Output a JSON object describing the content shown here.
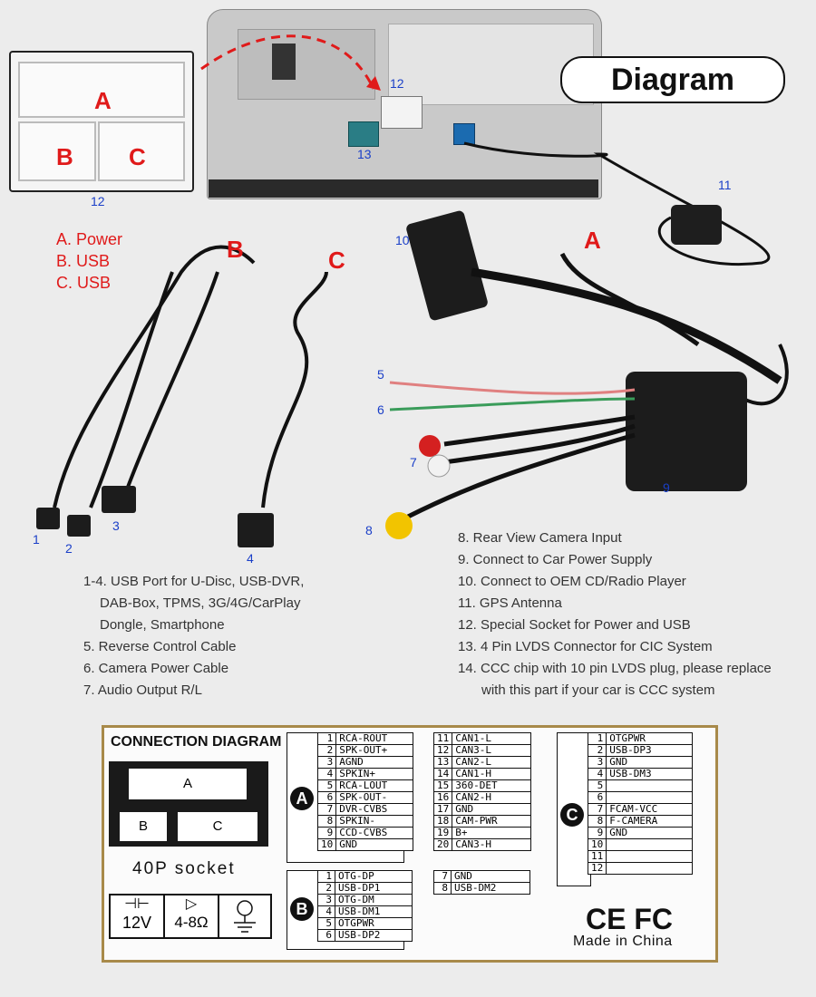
{
  "badge": "Diagram",
  "plug_letters": [
    "A",
    "B",
    "C"
  ],
  "callout_numbers": {
    "n12_plug": "12",
    "n12_unit": "12",
    "n13": "13",
    "n11": "11",
    "n10": "10",
    "n5": "5",
    "n6": "6",
    "n7": "7",
    "n8": "8",
    "n9": "9",
    "n1": "1",
    "n2": "2",
    "n3": "3",
    "n4": "4"
  },
  "harness_letters": {
    "A": "A",
    "B": "B",
    "C": "C"
  },
  "legend": [
    "A. Power",
    "B. USB",
    "C. USB"
  ],
  "left_descriptions": [
    "1-4. USB Port for U-Disc, USB-DVR,",
    "DAB-Box, TPMS, 3G/4G/CarPlay",
    "Dongle, Smartphone",
    "5. Reverse Control Cable",
    "6. Camera Power Cable",
    "7. Audio Output R/L"
  ],
  "right_descriptions": [
    "8. Rear View Camera Input",
    "9. Connect to Car Power Supply",
    "10. Connect to OEM CD/Radio Player",
    "11. GPS Antenna",
    "12. Special Socket for Power and USB",
    "13. 4 Pin LVDS Connector for CIC System",
    "14. CCC chip with 10 pin LVDS plug, please replace",
    "with this part if your car is CCC system"
  ],
  "connection": {
    "title": "CONNECTION DIAGRAM",
    "socket_label": "40P  socket",
    "socket_letters": [
      "A",
      "B",
      "C"
    ],
    "symbols": {
      "voltage": "12V",
      "speaker": "4-8Ω"
    },
    "ce_fc": "CE FC",
    "made": "Made in China",
    "group_a_left": [
      [
        "1",
        "RCA-ROUT"
      ],
      [
        "2",
        "SPK-OUT+"
      ],
      [
        "3",
        "AGND"
      ],
      [
        "4",
        "SPKIN+"
      ],
      [
        "5",
        "RCA-LOUT"
      ],
      [
        "6",
        "SPK-OUT-"
      ],
      [
        "7",
        "DVR-CVBS"
      ],
      [
        "8",
        "SPKIN-"
      ],
      [
        "9",
        "CCD-CVBS"
      ],
      [
        "10",
        "GND"
      ]
    ],
    "group_a_right": [
      [
        "11",
        "CAN1-L"
      ],
      [
        "12",
        "CAN3-L"
      ],
      [
        "13",
        "CAN2-L"
      ],
      [
        "14",
        "CAN1-H"
      ],
      [
        "15",
        "360-DET"
      ],
      [
        "16",
        "CAN2-H"
      ],
      [
        "17",
        "GND"
      ],
      [
        "18",
        "CAM-PWR"
      ],
      [
        "19",
        "B+"
      ],
      [
        "20",
        "CAN3-H"
      ]
    ],
    "group_b_left": [
      [
        "1",
        "OTG-DP"
      ],
      [
        "2",
        "USB-DP1"
      ],
      [
        "3",
        "OTG-DM"
      ],
      [
        "4",
        "USB-DM1"
      ],
      [
        "5",
        "OTGPWR"
      ],
      [
        "6",
        "USB-DP2"
      ]
    ],
    "group_b_right": [
      [
        "7",
        "GND"
      ],
      [
        "8",
        "USB-DM2"
      ]
    ],
    "group_c": [
      [
        "1",
        "OTGPWR"
      ],
      [
        "2",
        "USB-DP3"
      ],
      [
        "3",
        "GND"
      ],
      [
        "4",
        "USB-DM3"
      ],
      [
        "5",
        ""
      ],
      [
        "6",
        ""
      ],
      [
        "7",
        "FCAM-VCC"
      ],
      [
        "8",
        "F-CAMERA"
      ],
      [
        "9",
        "GND"
      ],
      [
        "10",
        ""
      ],
      [
        "11",
        ""
      ],
      [
        "12",
        ""
      ]
    ],
    "circle_labels": [
      "A",
      "B",
      "C"
    ]
  },
  "colors": {
    "accent_red": "#e01a1a",
    "callout_blue": "#1a3fc8",
    "frame_gold": "#a88a4a"
  }
}
